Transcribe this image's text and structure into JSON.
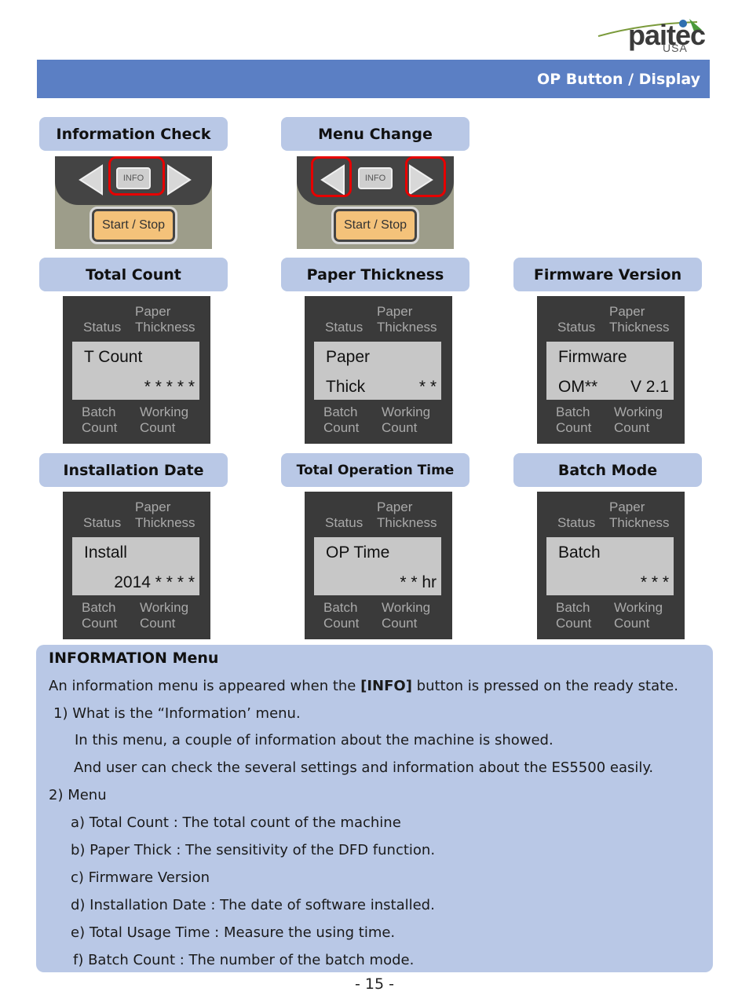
{
  "logo": {
    "word": "paitec",
    "sub": "USA"
  },
  "header": {
    "title": "OP Button / Display"
  },
  "labels": {
    "information_check": "Information Check",
    "menu_change": "Menu Change",
    "total_count": "Total Count",
    "paper_thickness": "Paper Thickness",
    "firmware_version": "Firmware Version",
    "installation_date": "Installation Date",
    "total_operation_time": "Total Operation Time",
    "batch_mode": "Batch Mode"
  },
  "keypad": {
    "info": "INFO",
    "start_stop": "Start / Stop"
  },
  "lcd_common": {
    "paper": "Paper",
    "status": "Status",
    "thickness": "Thickness",
    "batch": "Batch",
    "working": "Working",
    "count": "Count"
  },
  "lcds": {
    "total_count": {
      "line1": "T Count",
      "line2": "* * * * *"
    },
    "paper_thickness": {
      "line1": "Paper",
      "line2_left": "Thick",
      "line2": "* *"
    },
    "firmware": {
      "line1": "Firmware",
      "line2_left": "OM**",
      "line2": "V 2.1"
    },
    "install": {
      "line1": "Install",
      "line2": "2014 * * * *"
    },
    "op_time": {
      "line1": "OP Time",
      "line2": "* * hr"
    },
    "batch": {
      "line1": "Batch",
      "line2": "* * *"
    }
  },
  "info": {
    "title": "INFORMATION Menu",
    "intro_before": "An information menu is appeared when the ",
    "intro_bold": "[INFO]",
    "intro_after": " button is pressed on the ready state.",
    "q1": "1) What is the “Information’ menu.",
    "q1_a": "In this menu, a couple of information about the machine is showed.",
    "q1_b": "And user can check the several settings and information about the ES5500 easily.",
    "q2": "2) Menu",
    "items": [
      "a) Total Count : The total count of the machine",
      "b) Paper Thick : The sensitivity of the DFD function.",
      "c) Firmware Version",
      "d) Installation Date : The date of software installed.",
      "e) Total Usage Time : Measure the using time.",
      "f) Batch Count : The number of the batch mode."
    ]
  },
  "page_number": "- 15 -"
}
